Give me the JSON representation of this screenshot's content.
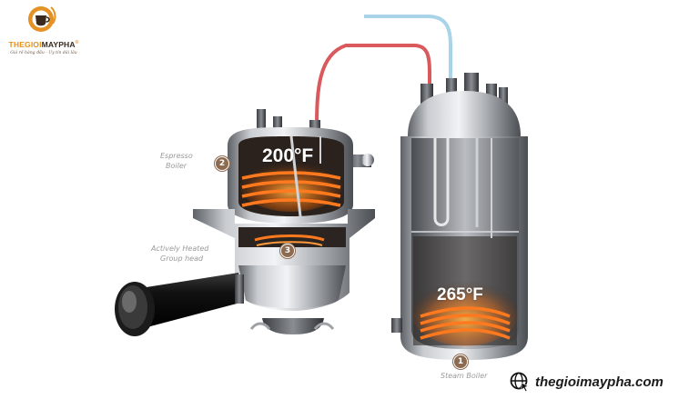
{
  "brand": {
    "name_part1": "THEGIOI",
    "name_part2": "MAYPHA",
    "trademark": "®",
    "tagline": "Giá rẻ hàng đầu - Uy tín dài lâu"
  },
  "labels": {
    "espresso_boiler": {
      "line1": "Espresso",
      "line2": "Boiler",
      "number": "2"
    },
    "group_head": {
      "line1": "Actively Heated",
      "line2": "Group head",
      "number": "3"
    },
    "steam_boiler": {
      "line1": "Steam Boiler",
      "number": "1"
    }
  },
  "temperatures": {
    "espresso": "200°F",
    "steam": "265°F"
  },
  "site": {
    "url": "thegioimaypha.com"
  },
  "colors": {
    "badge": "#8d6b51",
    "hot_pipe": "#d9595c",
    "cold_pipe": "#a9d3e8",
    "coil": "#ff7a1f",
    "brand_orange": "#e59124"
  }
}
